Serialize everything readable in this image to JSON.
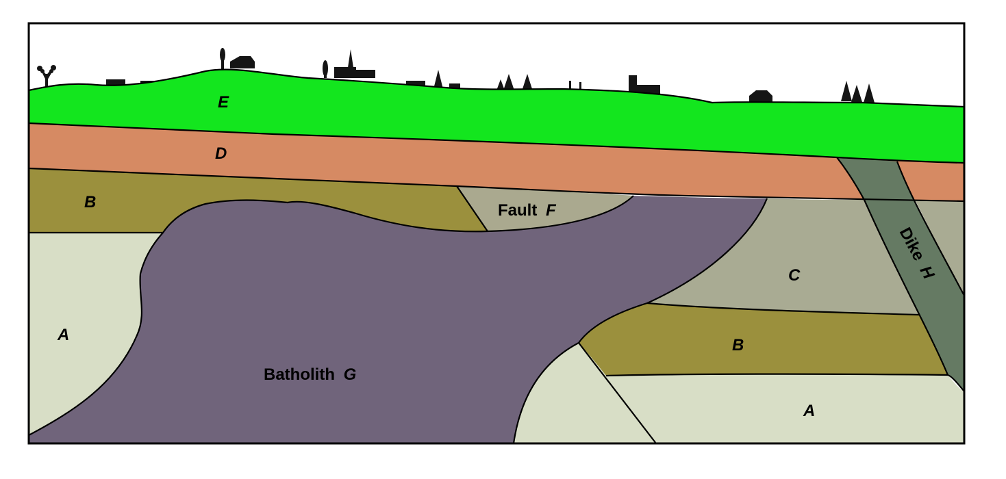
{
  "labels": {
    "layer_e": "E",
    "layer_d": "D",
    "layer_b_left": "B",
    "layer_b_right": "B",
    "layer_a_left": "A",
    "layer_a_right": "A",
    "layer_c": "C",
    "fault_word": "Fault",
    "fault_letter": "F",
    "batholith_word": "Batholith",
    "batholith_letter": "G",
    "dike_word": "Dike",
    "dike_letter": "H"
  },
  "colors": {
    "E": "#13e61e",
    "D": "#d68a63",
    "B": "#9b903d",
    "A": "#d8dec6",
    "C": "#a9ab93",
    "fault": "#aaa98f",
    "batholith": "#70647b",
    "dike": "#657a63",
    "sky": "#ffffff",
    "silhouette": "#151515",
    "outline": "#000000"
  }
}
